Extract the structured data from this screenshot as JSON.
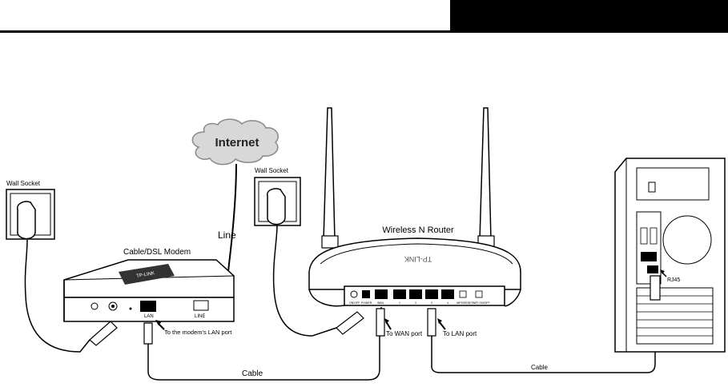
{
  "header": {
    "black_box": ""
  },
  "diagram": {
    "internet": "Internet",
    "line": "Line",
    "wall_socket_left": "Wall Socket",
    "wall_socket_right": "Wall Socket",
    "modem_title": "Cable/DSL Modem",
    "router_title": "Wireless N Router",
    "modem_lan_port": "LAN",
    "modem_line_port": "LINE",
    "to_modem_lan": "To the modem's LAN port",
    "to_wan": "To WAN port",
    "to_lan": "To LAN port",
    "rj45": "RJ45",
    "cable_left": "Cable",
    "cable_right": "Cable",
    "router_logo": "TP-LINK",
    "modem_logo": "TP-LINK",
    "router_ports": [
      "ON/OFF",
      "POWER",
      "WAN",
      "1",
      "2",
      "3",
      "4",
      "WPS/RESET",
      "WIFI ON/OFF"
    ]
  },
  "colors": {
    "line": "#000000",
    "fill": "#ffffff",
    "cloud": "#d8d8d8",
    "header_bar": "#000000"
  }
}
